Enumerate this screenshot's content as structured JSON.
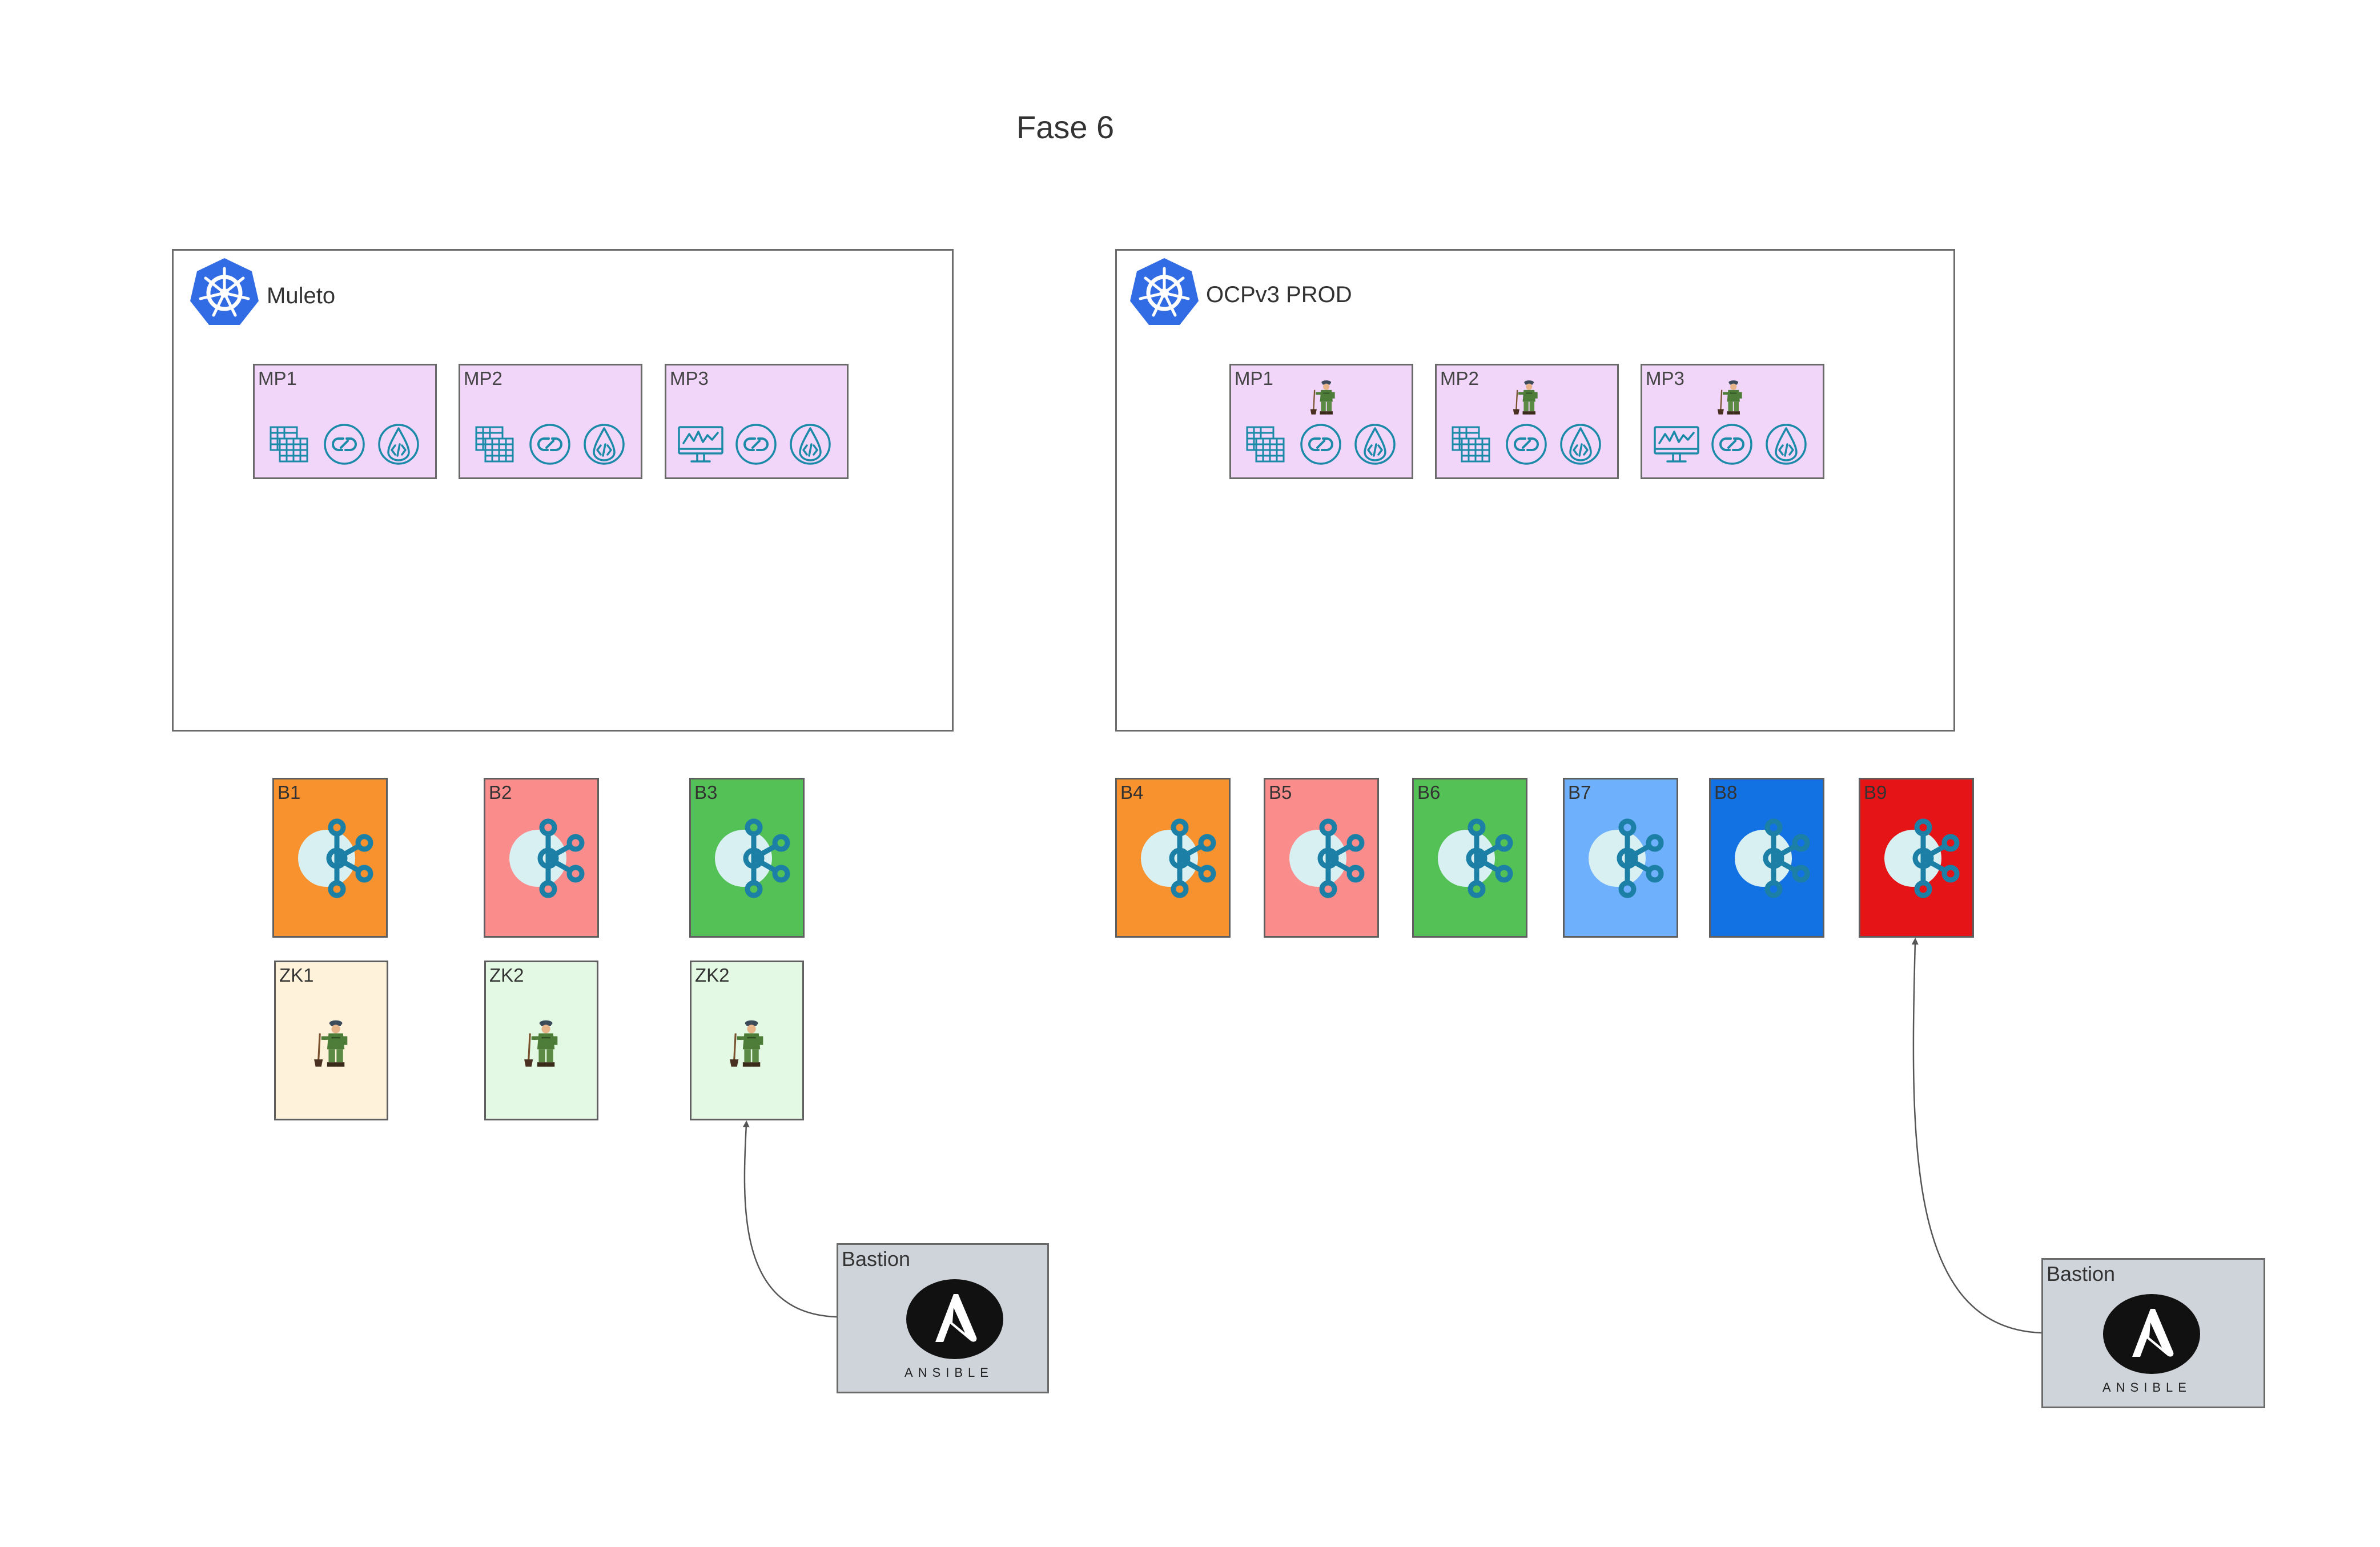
{
  "title": "Fase 6",
  "colors": {
    "orange": "#f7922e",
    "salmon": "#fb8c8c",
    "green": "#53c156",
    "light_blue": "#6eb0fb",
    "blue": "#1372e3",
    "red": "#e51416",
    "mp_fill": "#f1d6f9",
    "zk_cream": "#fff2db",
    "zk_mint": "#e3f9e3",
    "bastion_gray": "#cfd3da",
    "kubernetes_blue": "#326ce5",
    "kafka_teal": "#1b7fa6"
  },
  "clusters": [
    {
      "label": "Muleto",
      "icon": "kubernetes-icon",
      "pods": [
        {
          "label": "MP1",
          "icons": [
            "table-grid-icon",
            "link-circle-icon",
            "code-drop-icon"
          ],
          "zookeeper": false
        },
        {
          "label": "MP2",
          "icons": [
            "table-grid-icon",
            "link-circle-icon",
            "code-drop-icon"
          ],
          "zookeeper": false
        },
        {
          "label": "MP3",
          "icons": [
            "monitor-chart-icon",
            "link-circle-icon",
            "code-drop-icon"
          ],
          "zookeeper": false
        }
      ]
    },
    {
      "label": "OCPv3 PROD",
      "icon": "kubernetes-icon",
      "pods": [
        {
          "label": "MP1",
          "icons": [
            "table-grid-icon",
            "link-circle-icon",
            "code-drop-icon"
          ],
          "zookeeper": true
        },
        {
          "label": "MP2",
          "icons": [
            "table-grid-icon",
            "link-circle-icon",
            "code-drop-icon"
          ],
          "zookeeper": true
        },
        {
          "label": "MP3",
          "icons": [
            "monitor-chart-icon",
            "link-circle-icon",
            "code-drop-icon"
          ],
          "zookeeper": true
        }
      ]
    }
  ],
  "brokers": [
    {
      "label": "B1",
      "color": "#f7922e",
      "icon": "kafka-icon"
    },
    {
      "label": "B2",
      "color": "#fb8c8c",
      "icon": "kafka-icon"
    },
    {
      "label": "B3",
      "color": "#53c156",
      "icon": "kafka-icon"
    },
    {
      "label": "B4",
      "color": "#f7922e",
      "icon": "kafka-icon"
    },
    {
      "label": "B5",
      "color": "#fb8c8c",
      "icon": "kafka-icon"
    },
    {
      "label": "B6",
      "color": "#53c156",
      "icon": "kafka-icon"
    },
    {
      "label": "B7",
      "color": "#6eb0fb",
      "icon": "kafka-icon"
    },
    {
      "label": "B8",
      "color": "#1372e3",
      "icon": "kafka-icon"
    },
    {
      "label": "B9",
      "color": "#e51416",
      "icon": "kafka-icon"
    }
  ],
  "zookeepers": [
    {
      "label": "ZK1",
      "color": "#fff2db",
      "icon": "zookeeper-icon"
    },
    {
      "label": "ZK2",
      "color": "#e3f9e3",
      "icon": "zookeeper-icon"
    },
    {
      "label": "ZK2",
      "color": "#e3f9e3",
      "icon": "zookeeper-icon"
    }
  ],
  "bastions": [
    {
      "label": "Bastion",
      "logo_text": "ANSIBLE",
      "icon": "ansible-icon",
      "target": "ZK2"
    },
    {
      "label": "Bastion",
      "logo_text": "ANSIBLE",
      "icon": "ansible-icon",
      "target": "B9"
    }
  ]
}
